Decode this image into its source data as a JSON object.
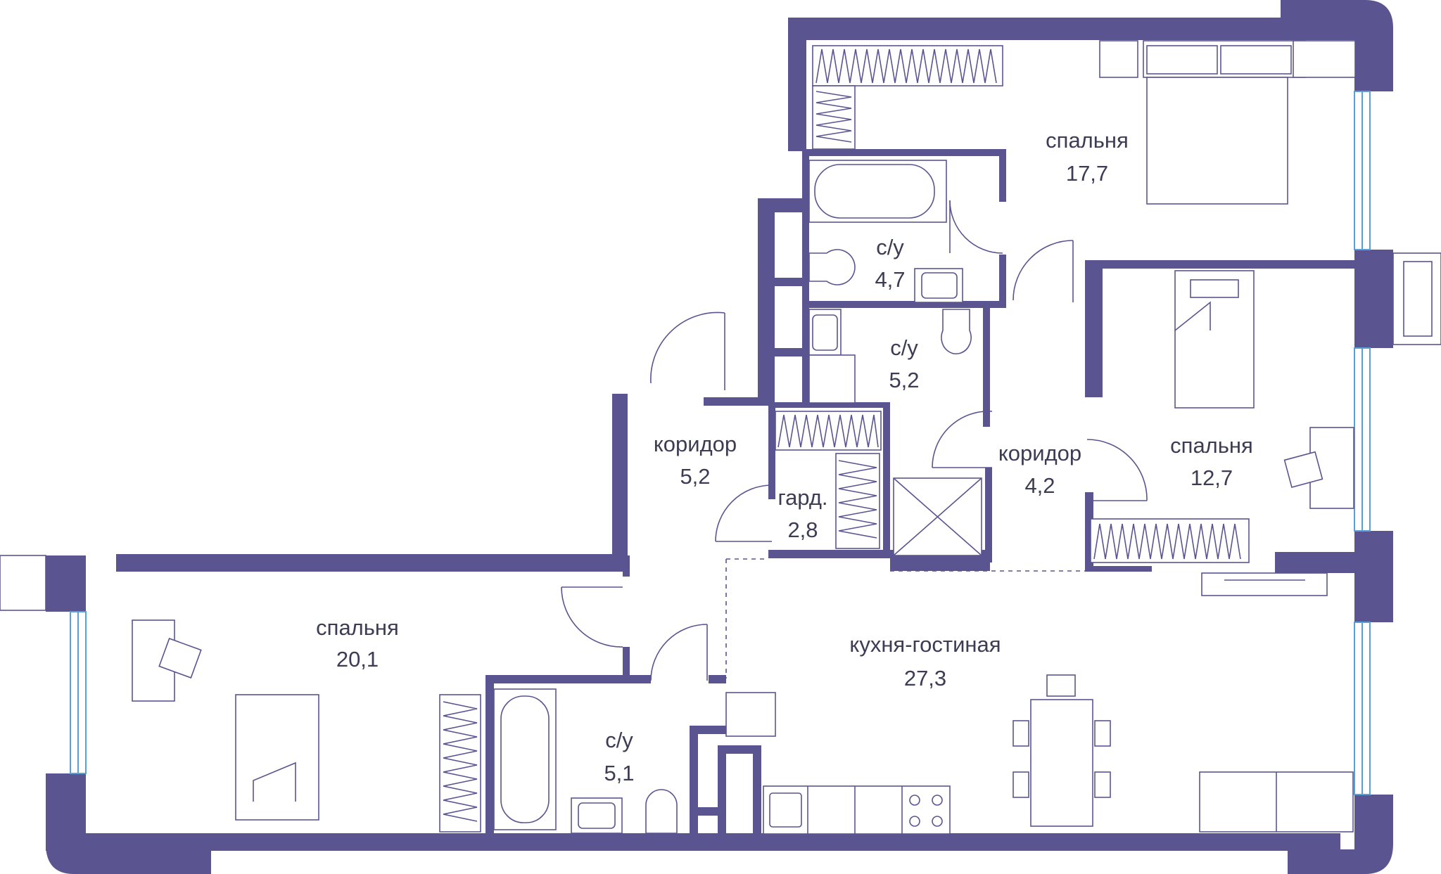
{
  "plan": {
    "colors": {
      "wall": "#5a5590",
      "window": "#5a9fd6",
      "text": "#3c3c55",
      "background": "#ffffff"
    },
    "rooms": [
      {
        "id": "bedroom_top",
        "name": "спальня",
        "area": "17,7"
      },
      {
        "id": "bath_top",
        "name": "с/у",
        "area": "4,7"
      },
      {
        "id": "bath_mid",
        "name": "с/у",
        "area": "5,2"
      },
      {
        "id": "corridor_left",
        "name": "коридор",
        "area": "5,2"
      },
      {
        "id": "wardrobe",
        "name": "гард.",
        "area": "2,8"
      },
      {
        "id": "corridor_right",
        "name": "коридор",
        "area": "4,2"
      },
      {
        "id": "bedroom_right",
        "name": "спальня",
        "area": "12,7"
      },
      {
        "id": "bedroom_left",
        "name": "спальня",
        "area": "20,1"
      },
      {
        "id": "kitchen_living",
        "name": "кухня-гостиная",
        "area": "27,3"
      },
      {
        "id": "bath_bottom",
        "name": "с/у",
        "area": "5,1"
      }
    ]
  }
}
